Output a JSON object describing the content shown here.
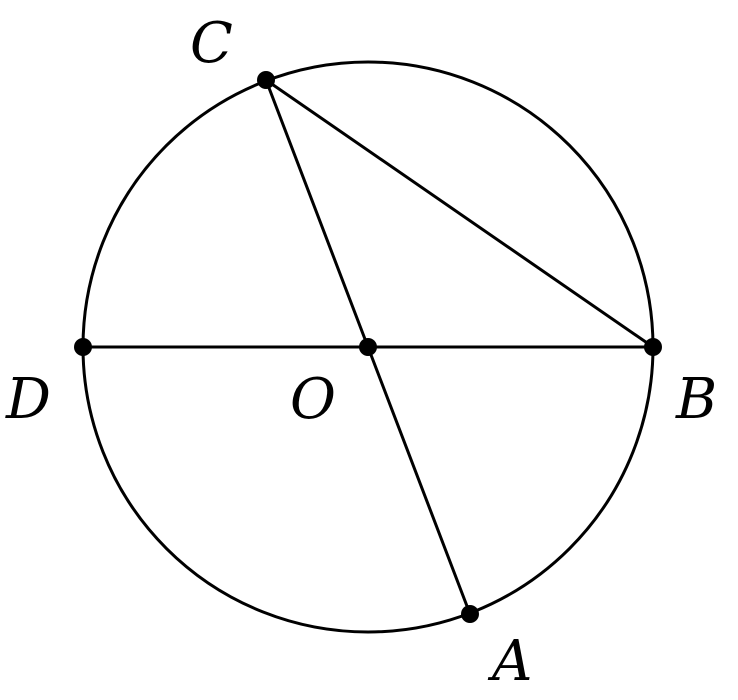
{
  "diagram": {
    "labels": {
      "C": "C",
      "D": "D",
      "O": "O",
      "B": "B",
      "A": "A"
    },
    "colors": {
      "stroke": "#000000",
      "background": "#ffffff"
    }
  }
}
